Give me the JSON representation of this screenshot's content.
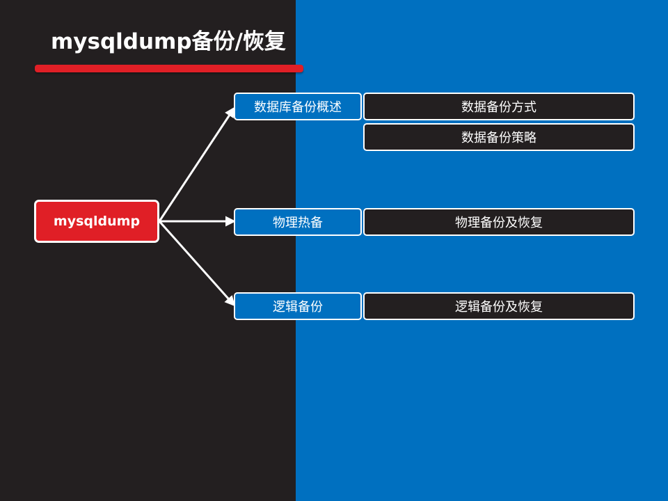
{
  "slide": {
    "title": "mysqldump备份/恢复"
  },
  "colors": {
    "left_bg": "#231f20",
    "right_bg": "#0070c0",
    "accent_red": "#e01f26",
    "box_border": "#ffffff"
  },
  "diagram": {
    "root": "mysqldump",
    "branches": [
      {
        "label": "数据库备份概述",
        "children": [
          "数据备份方式",
          "数据备份策略"
        ]
      },
      {
        "label": "物理热备",
        "children": [
          "物理备份及恢复"
        ]
      },
      {
        "label": "逻辑备份",
        "children": [
          "逻辑备份及恢复"
        ]
      }
    ]
  }
}
